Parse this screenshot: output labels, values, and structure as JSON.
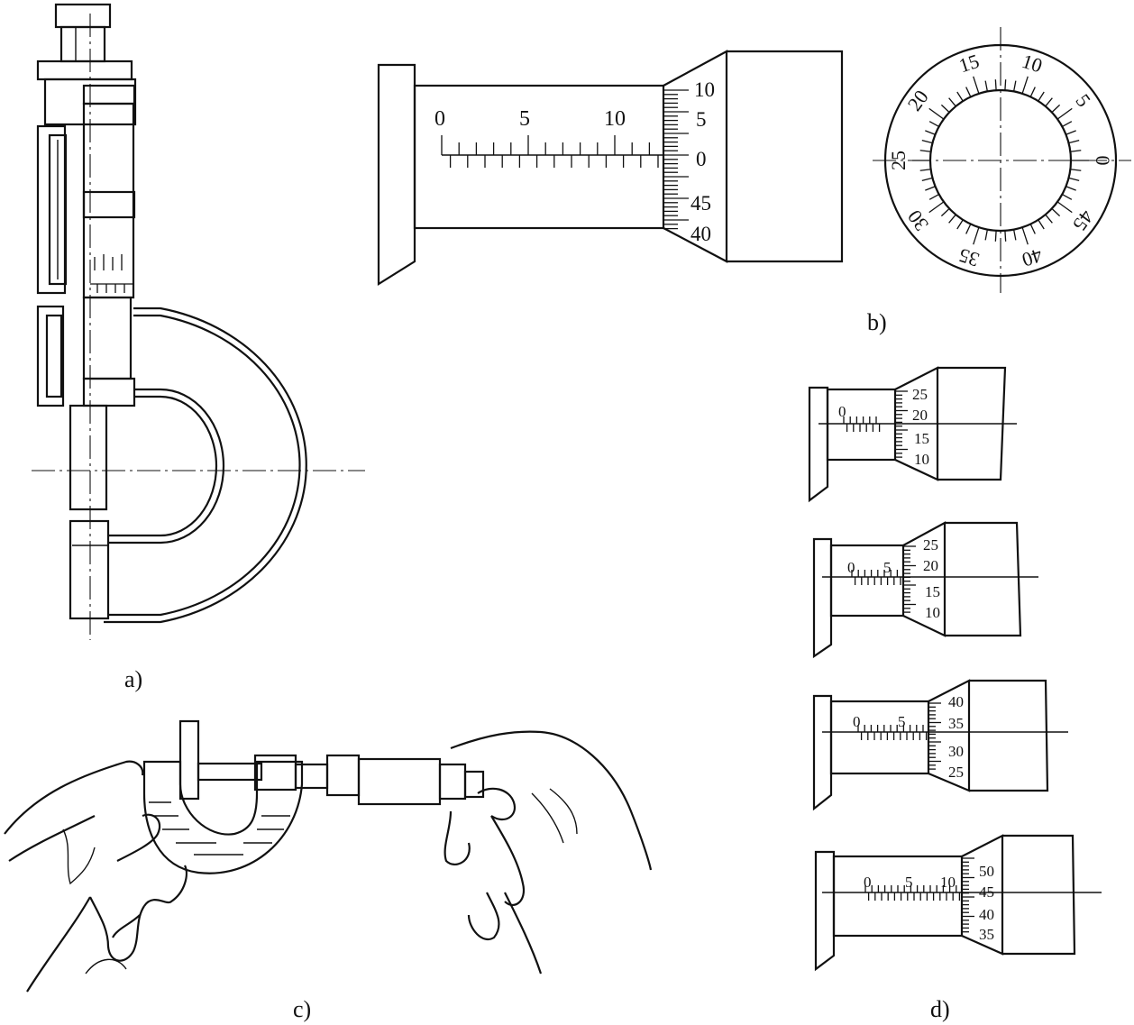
{
  "captions": {
    "a": "a)",
    "b": "b)",
    "c": "c)",
    "d": "d)"
  },
  "fig_b": {
    "sleeve_labels": [
      "0",
      "5",
      "10"
    ],
    "thimble_labels": [
      "10",
      "5",
      "0",
      "45",
      "40"
    ],
    "dial_labels": [
      "0",
      "5",
      "10",
      "15",
      "20",
      "25",
      "30",
      "35",
      "40",
      "45"
    ]
  },
  "fig_d": [
    {
      "sleeve": [
        "0"
      ],
      "thimble": [
        "25",
        "20",
        "15",
        "10"
      ]
    },
    {
      "sleeve": [
        "0",
        "5"
      ],
      "thimble": [
        "25",
        "20",
        "15",
        "10"
      ]
    },
    {
      "sleeve": [
        "0",
        "5"
      ],
      "thimble": [
        "40",
        "35",
        "30",
        "25"
      ]
    },
    {
      "sleeve": [
        "0",
        "5",
        "10"
      ],
      "thimble": [
        "50",
        "45",
        "40",
        "35"
      ]
    }
  ],
  "icons": {
    "hatch": "knurl-hatch-pattern"
  }
}
